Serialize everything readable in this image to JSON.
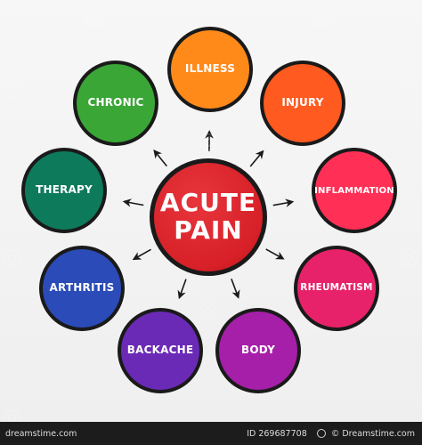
{
  "center": {
    "line1": "ACUTE",
    "line2": "PAIN",
    "color": "#d72028"
  },
  "nodes": [
    {
      "id": "illness",
      "label": "ILLNESS",
      "color": "#ff8a1a"
    },
    {
      "id": "injury",
      "label": "INJURY",
      "color": "#ff5a1f"
    },
    {
      "id": "inflammation",
      "label": "INFLAMMATION",
      "color": "#ff2f56"
    },
    {
      "id": "rheumatism",
      "label": "RHEUMATISM",
      "color": "#e8226a"
    },
    {
      "id": "body",
      "label": "BODY",
      "color": "#a51fa8"
    },
    {
      "id": "backache",
      "label": "BACKACHE",
      "color": "#6a2ab6"
    },
    {
      "id": "arthritis",
      "label": "ARTHRITIS",
      "color": "#2a4bb8"
    },
    {
      "id": "therapy",
      "label": "THERAPY",
      "color": "#0e7a5c"
    },
    {
      "id": "chronic",
      "label": "CHRONIC",
      "color": "#3aa636"
    }
  ],
  "footer": {
    "left": "dreamstime.com",
    "id_text": "ID 269687708",
    "copyright": "© Dreamstime.com"
  },
  "watermark": "dreamstime"
}
